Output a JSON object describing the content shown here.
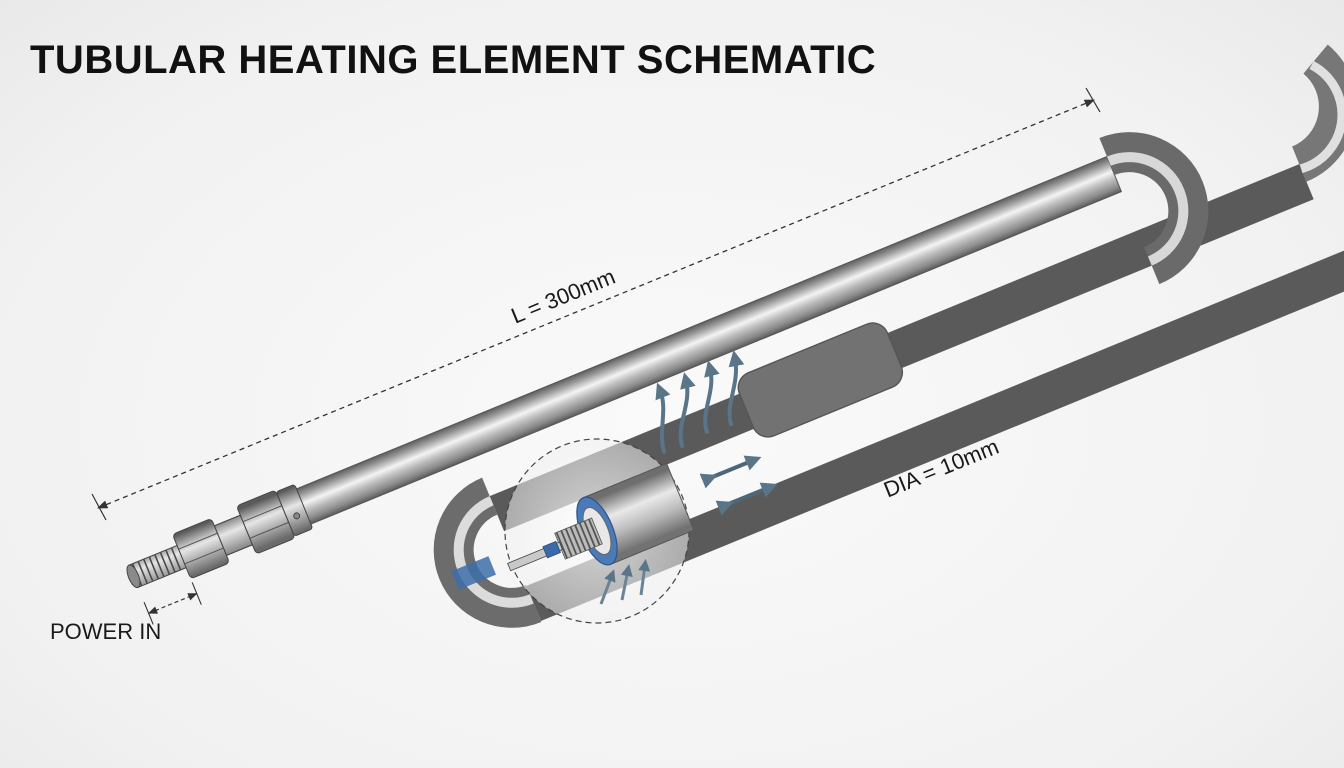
{
  "title": "TUBULAR HEATING ELEMENT SCHEMATIC",
  "labels": {
    "length": "L = 300mm",
    "diameter": "DIA = 10mm",
    "power": "POWER IN"
  },
  "colors": {
    "tube_highlight": "#f2f2f2",
    "tube_mid": "#a9a9a9",
    "tube_shadow": "#6a6a6a",
    "insulation": "#4a7ab8",
    "heat_arrows": "#5a7488",
    "dimension_lines": "#333333"
  },
  "icons": [
    "up-heat-arrow-icon",
    "double-arrow-icon",
    "nut-icon",
    "threaded-stud-icon"
  ]
}
